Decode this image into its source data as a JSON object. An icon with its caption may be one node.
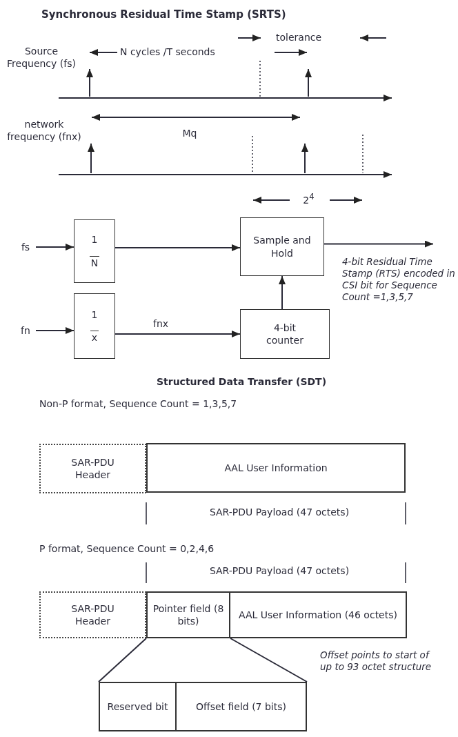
{
  "diagram": {
    "title": "Synchronous Residual Time Stamp (SRTS)",
    "nodes": [
      {
        "text": [
          "fs"
        ]
      },
      {
        "text": [
          "1",
          "N"
        ]
      },
      {
        "text": [
          "fn"
        ]
      },
      {
        "text": [
          "1",
          "x"
        ]
      },
      {
        "text": [
          "Sample and Hold"
        ]
      },
      {
        "text": [
          "4-bit counter"
        ]
      },
      {
        "text": [
          "SAR-PDU Header"
        ]
      },
      {
        "text": [
          "AAL User Information"
        ]
      },
      {
        "text": [
          "SAR-PDU Header"
        ]
      },
      {
        "text": [
          "Pointer field (8 bits)"
        ]
      },
      {
        "text": [
          "AAL User Information (46 octets)"
        ]
      },
      {
        "text": [
          "Reserved bit"
        ]
      },
      {
        "text": [
          "Offset field (7 bits)"
        ]
      }
    ],
    "edges": [
      {
        "from": 0,
        "to": 1,
        "arrow": "to"
      },
      {
        "from": 1,
        "to": 4,
        "arrow": "to"
      },
      {
        "from": 2,
        "to": 3,
        "arrow": "to"
      },
      {
        "from": 3,
        "to": 5,
        "arrow": "to",
        "label": "fnx"
      },
      {
        "from": 5,
        "to": 4,
        "arrow": "to"
      },
      {
        "from": 4,
        "to": null,
        "arrow": "to"
      },
      {
        "from": 9,
        "to": 11,
        "arrow": "none"
      },
      {
        "from": 9,
        "to": 12,
        "arrow": "none"
      }
    ],
    "labels": [
      "tolerance",
      "Source Frequency (fs)",
      "N cycles /T seconds",
      "network frequency (fnx)",
      "Mq",
      "2$^{4}$",
      "4-bit Residual Time Stamp (RTS) encoded in CSI bit for Sequence Count =1,3,5,7",
      "Structured Data Transfer (SDT)",
      "Non-P format, Sequence Count = 1,3,5,7",
      "SAR-PDU Payload (47 octets)",
      "P format, Sequence Count = 0,2,4,6",
      "SAR-PDU Payload (47 octets)",
      "Offset points to start of up to 93 octet structure"
    ]
  }
}
